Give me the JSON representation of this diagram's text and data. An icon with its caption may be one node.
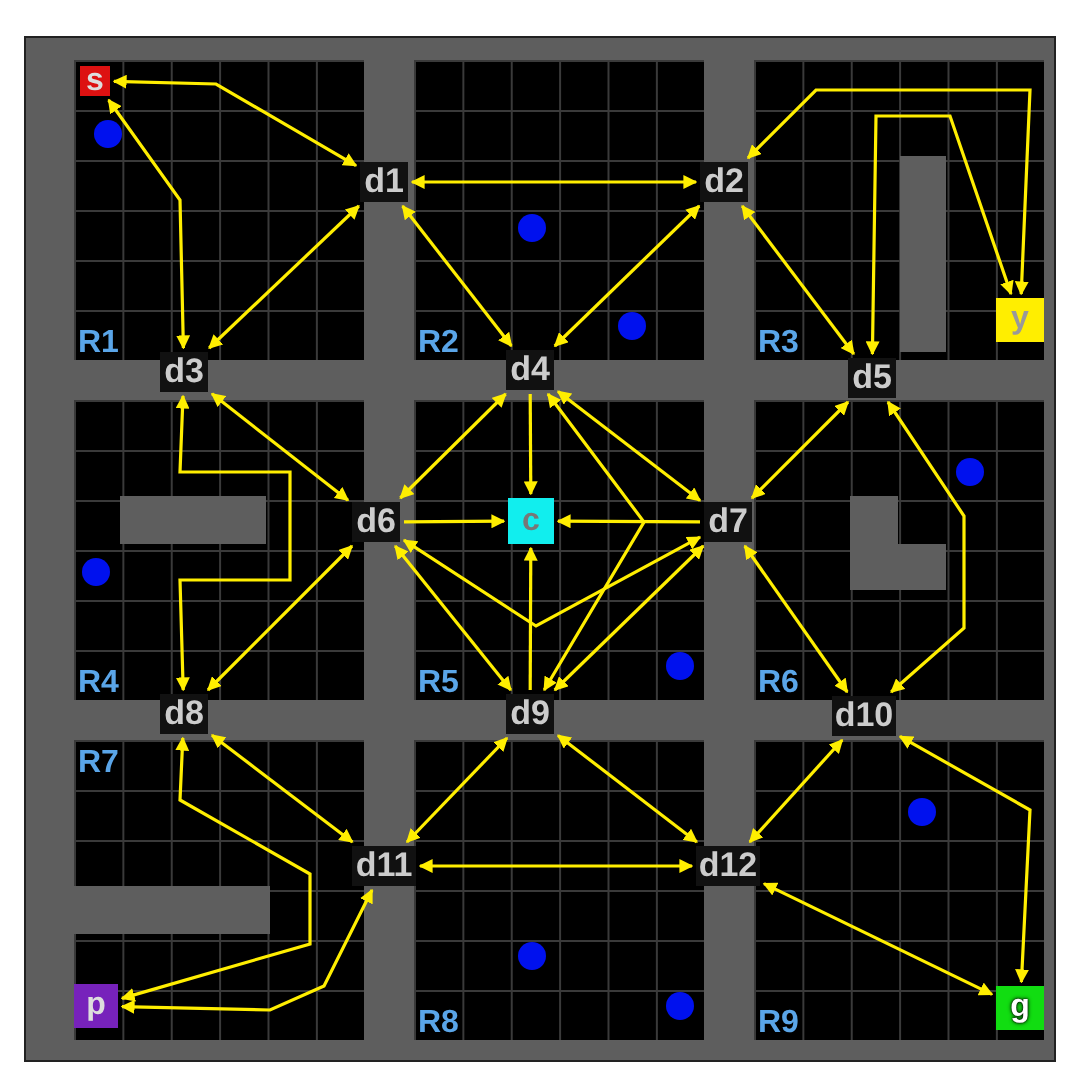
{
  "diagram": {
    "nodes": [
      {
        "text": [
          "s"
        ]
      },
      {
        "text": [
          "d1"
        ]
      },
      {
        "text": [
          "d2"
        ]
      },
      {
        "text": [
          "y"
        ]
      },
      {
        "text": [
          "d3"
        ]
      },
      {
        "text": [
          "d4"
        ]
      },
      {
        "text": [
          "d5"
        ]
      },
      {
        "text": [
          "d6"
        ]
      },
      {
        "text": [
          "c"
        ]
      },
      {
        "text": [
          "d7"
        ]
      },
      {
        "text": [
          "d8"
        ]
      },
      {
        "text": [
          "d9"
        ]
      },
      {
        "text": [
          "d10"
        ]
      },
      {
        "text": [
          "d11"
        ]
      },
      {
        "text": [
          "d12"
        ]
      },
      {
        "text": [
          "p"
        ]
      },
      {
        "text": [
          "g"
        ]
      }
    ],
    "edges": [
      {
        "from": 0,
        "to": 1,
        "arrow": "both"
      },
      {
        "from": 0,
        "to": 4,
        "arrow": "both"
      },
      {
        "from": 1,
        "to": 4,
        "arrow": "both"
      },
      {
        "from": 1,
        "to": 2,
        "arrow": "both"
      },
      {
        "from": 1,
        "to": 5,
        "arrow": "both"
      },
      {
        "from": 2,
        "to": 5,
        "arrow": "both"
      },
      {
        "from": 2,
        "to": 3,
        "arrow": "both"
      },
      {
        "from": 6,
        "to": 3,
        "arrow": "both"
      },
      {
        "from": 2,
        "to": 6,
        "arrow": "both"
      },
      {
        "from": 4,
        "to": 7,
        "arrow": "both"
      },
      {
        "from": 4,
        "to": 10,
        "arrow": "both"
      },
      {
        "from": 7,
        "to": 10,
        "arrow": "both"
      },
      {
        "from": 5,
        "to": 7,
        "arrow": "both"
      },
      {
        "from": 5,
        "to": 9,
        "arrow": "both"
      },
      {
        "from": 5,
        "to": 11,
        "arrow": "both"
      },
      {
        "from": 7,
        "to": 9,
        "arrow": "both"
      },
      {
        "from": 7,
        "to": 11,
        "arrow": "both"
      },
      {
        "from": 9,
        "to": 11,
        "arrow": "both"
      },
      {
        "from": 5,
        "to": 8,
        "arrow": "to"
      },
      {
        "from": 7,
        "to": 8,
        "arrow": "to"
      },
      {
        "from": 9,
        "to": 8,
        "arrow": "to"
      },
      {
        "from": 11,
        "to": 8,
        "arrow": "to"
      },
      {
        "from": 6,
        "to": 9,
        "arrow": "both"
      },
      {
        "from": 6,
        "to": 12,
        "arrow": "both"
      },
      {
        "from": 9,
        "to": 12,
        "arrow": "both"
      },
      {
        "from": 10,
        "to": 13,
        "arrow": "both"
      },
      {
        "from": 10,
        "to": 15,
        "arrow": "both"
      },
      {
        "from": 13,
        "to": 15,
        "arrow": "both"
      },
      {
        "from": 11,
        "to": 13,
        "arrow": "both"
      },
      {
        "from": 13,
        "to": 14,
        "arrow": "both"
      },
      {
        "from": 11,
        "to": 14,
        "arrow": "both"
      },
      {
        "from": 12,
        "to": 14,
        "arrow": "both"
      },
      {
        "from": 14,
        "to": 16,
        "arrow": "both"
      },
      {
        "from": 12,
        "to": 16,
        "arrow": "both"
      }
    ],
    "labels": [
      "R1",
      "R2",
      "R3",
      "R4",
      "R5",
      "R6",
      "R7",
      "R8",
      "R9"
    ]
  }
}
